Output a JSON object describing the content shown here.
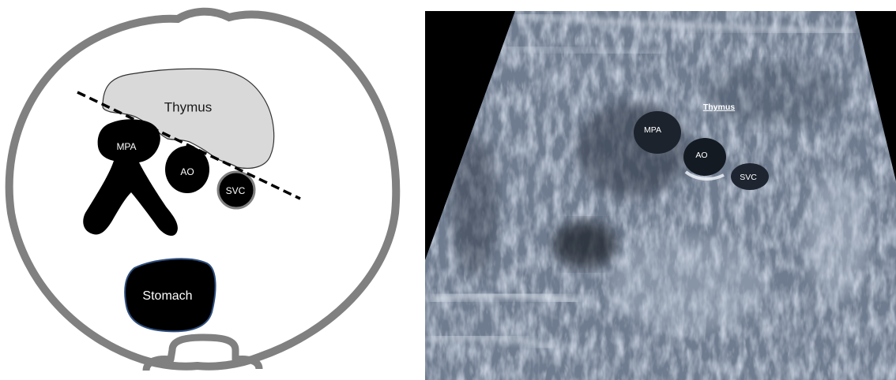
{
  "diagram": {
    "labels": {
      "thymus": "Thymus",
      "mpa": "MPA",
      "ao": "AO",
      "svc": "SVC",
      "stomach": "Stomach"
    }
  },
  "ultrasound": {
    "labels": {
      "thymus": "Thymus",
      "mpa": "MPA",
      "ao": "AO",
      "svc": "SVC"
    }
  },
  "colors": {
    "outline": "#808080",
    "thymus_fill": "#d9d9d9",
    "vessel_fill": "#000000",
    "stomach_border": "#2f4f7f",
    "us_background": "#000000",
    "us_tissue": "#9aa7b8"
  }
}
